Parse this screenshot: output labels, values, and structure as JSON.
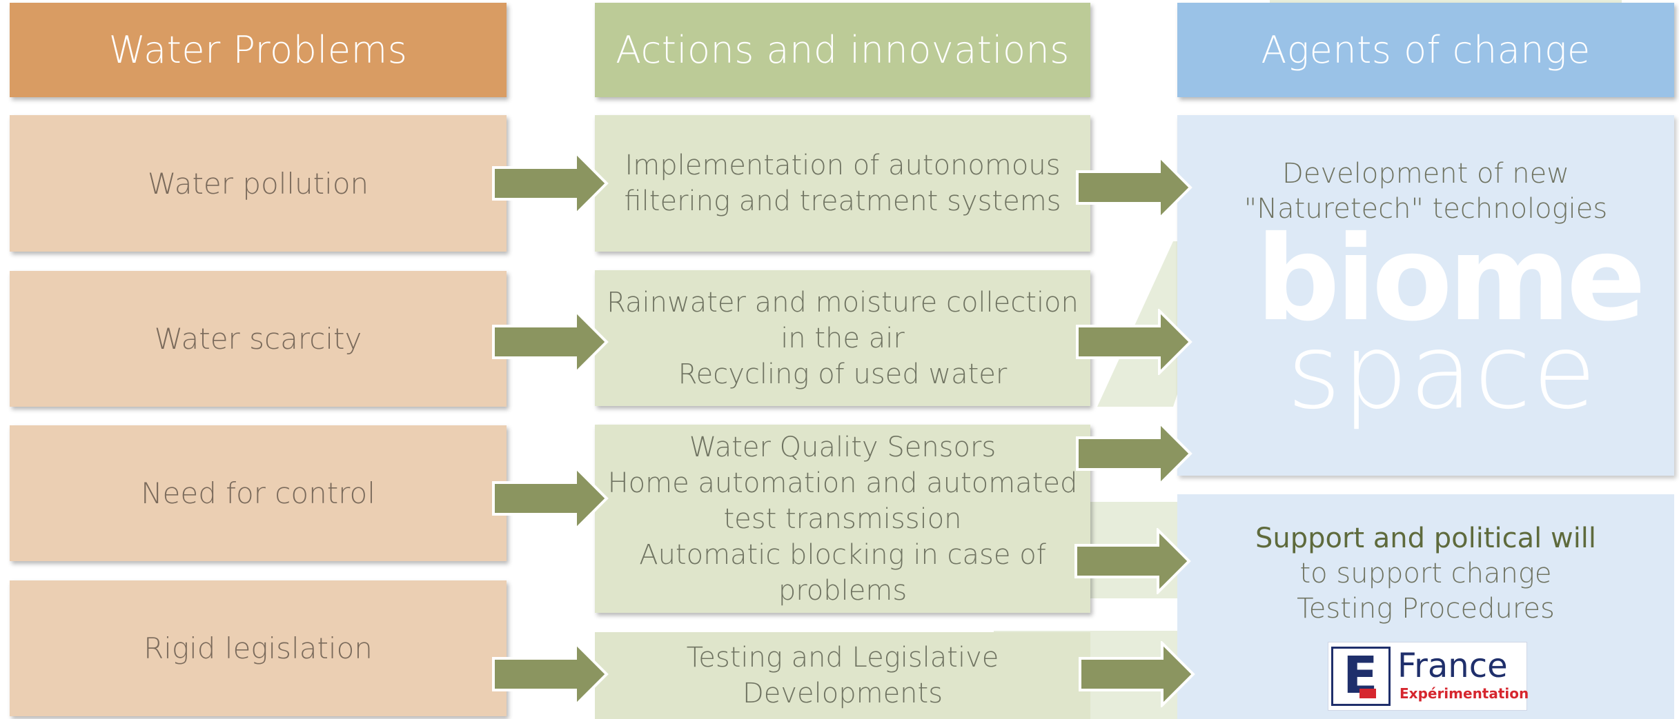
{
  "headers": {
    "problems": "Water Problems",
    "actions": "Actions and innovations",
    "agents": "Agents of change"
  },
  "problems": [
    "Water pollution",
    "Water scarcity",
    "Need for control",
    "Rigid legislation"
  ],
  "actions": [
    [
      "Implementation of autonomous",
      "filtering and treatment systems"
    ],
    [
      "Rainwater and moisture collection",
      "in the air",
      "Recycling of used water"
    ],
    [
      "Water Quality Sensors",
      "Home automation and automated",
      "test transmission",
      "Automatic blocking in case of",
      "problems"
    ],
    [
      "Testing and Legislative",
      "Developments"
    ]
  ],
  "agents": {
    "box1": {
      "line1": "Development of new",
      "line2": "\"Naturetech\" technologies"
    },
    "biome_logo": {
      "word1": "biome",
      "word2": "space"
    },
    "box2": {
      "line1": "Support and political will",
      "line2": "to support change",
      "line3": "Testing Procedures"
    },
    "france_logo": {
      "letter": "E",
      "word1": "France",
      "word2": "Expérimentation"
    }
  },
  "colors": {
    "problems_header": "#d99c63",
    "actions_header": "#bccb97",
    "agents_header": "#9ac2e7",
    "arrow": "#8b9560"
  }
}
